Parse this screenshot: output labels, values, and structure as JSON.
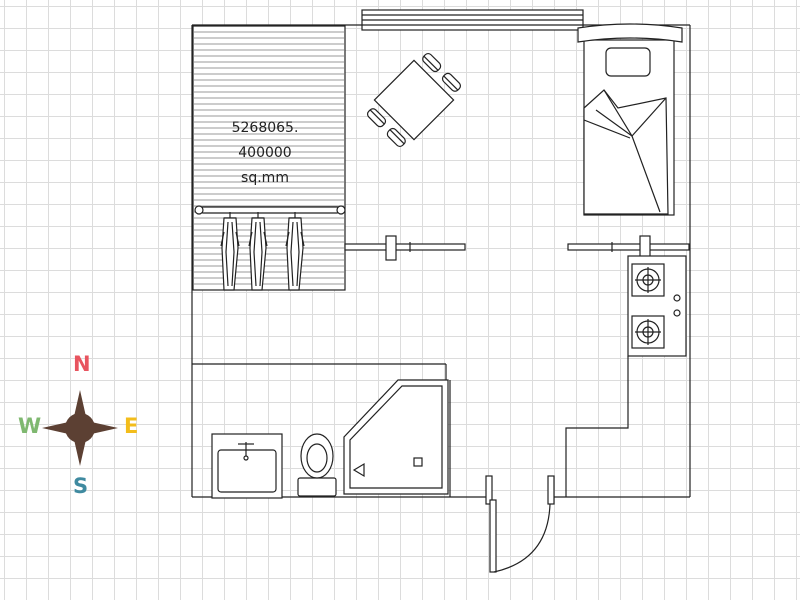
{
  "room_area": {
    "line1": "5268065.",
    "line2": "400000",
    "line3": "sq.mm"
  },
  "compass": {
    "north": "N",
    "south": "S",
    "east": "E",
    "west": "W",
    "colors": {
      "north": "#e8545f",
      "south": "#3f8aa0",
      "east": "#f3bd1b",
      "west": "#7fb870",
      "center": "#5c4033"
    }
  },
  "colors": {
    "wall": "#222222",
    "grid": "#dcdcdc",
    "background": "#ffffff"
  },
  "icons": [
    "closet-icon",
    "hanger-icon",
    "dining-table-icon",
    "bed-icon",
    "stove-icon",
    "sink-icon",
    "toilet-icon",
    "shower-icon",
    "door-icon",
    "window-icon",
    "compass-icon"
  ]
}
